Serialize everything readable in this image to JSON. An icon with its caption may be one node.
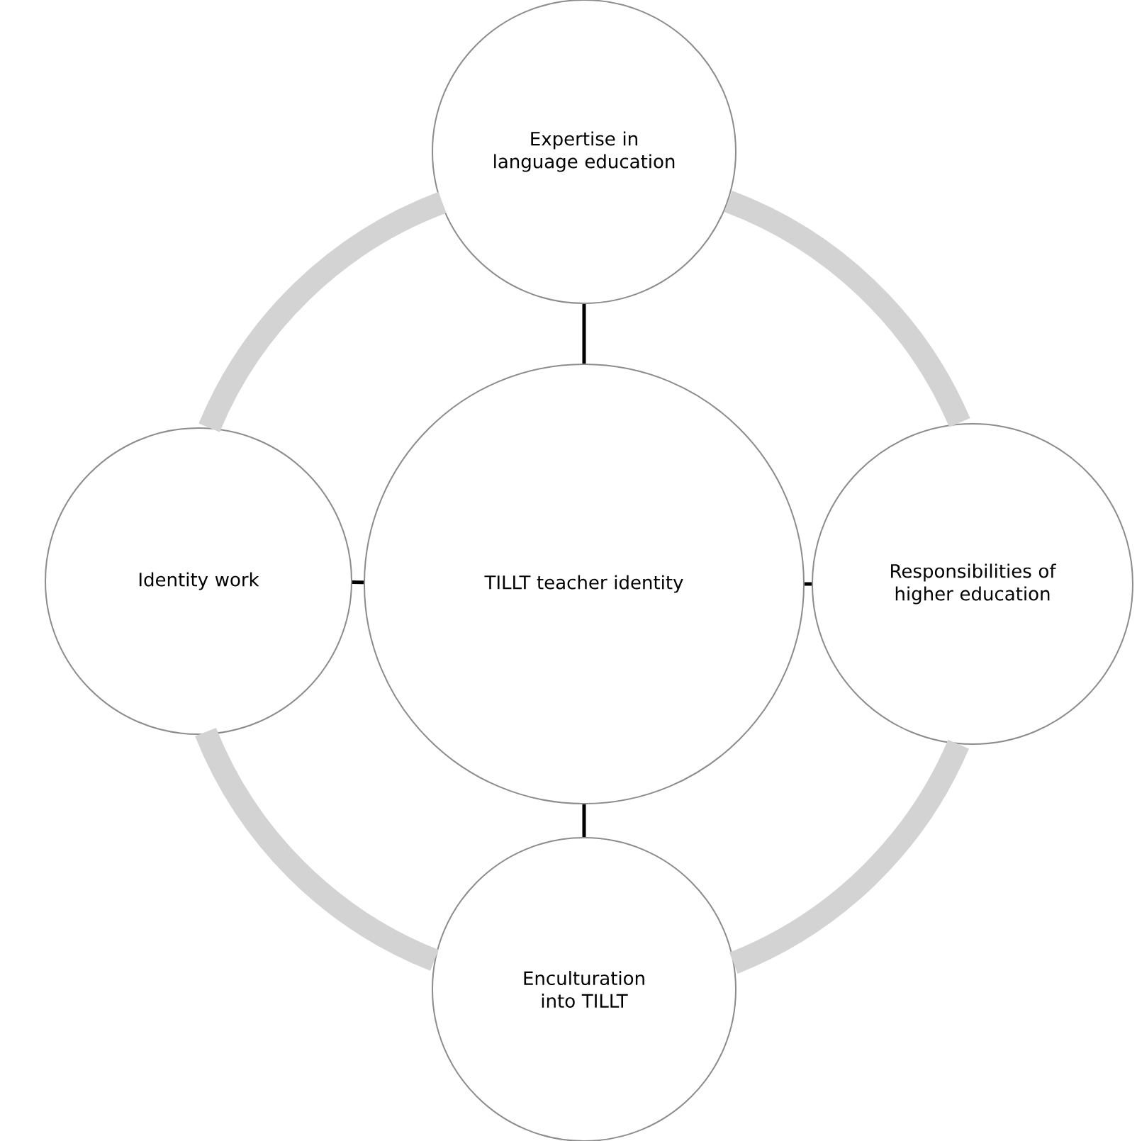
{
  "diagram": {
    "nodes": [
      {
        "text": [
          "Expertise in language education"
        ]
      },
      {
        "text": [
          "Identity work"
        ]
      },
      {
        "text": [
          "TILLT teacher identity"
        ]
      },
      {
        "text": [
          "Responsibilities of higher education"
        ]
      },
      {
        "text": [
          "Enculturation into TILLT"
        ]
      }
    ],
    "edges": [
      {
        "from": 2,
        "to": 0,
        "arrow": "none"
      },
      {
        "from": 2,
        "to": 1,
        "arrow": "none"
      },
      {
        "from": 2,
        "to": 3,
        "arrow": "none"
      },
      {
        "from": 2,
        "to": 4,
        "arrow": "none"
      },
      {
        "from": 0,
        "to": 3,
        "arrow": "none",
        "style": "thick",
        "color": "#d3d3d3"
      },
      {
        "from": 3,
        "to": 4,
        "arrow": "none",
        "style": "thick",
        "color": "#d3d3d3"
      },
      {
        "from": 4,
        "to": 1,
        "arrow": "none",
        "style": "thick",
        "color": "#d3d3d3"
      },
      {
        "from": 1,
        "to": 0,
        "arrow": "none",
        "style": "thick",
        "color": "#d3d3d3"
      }
    ]
  }
}
